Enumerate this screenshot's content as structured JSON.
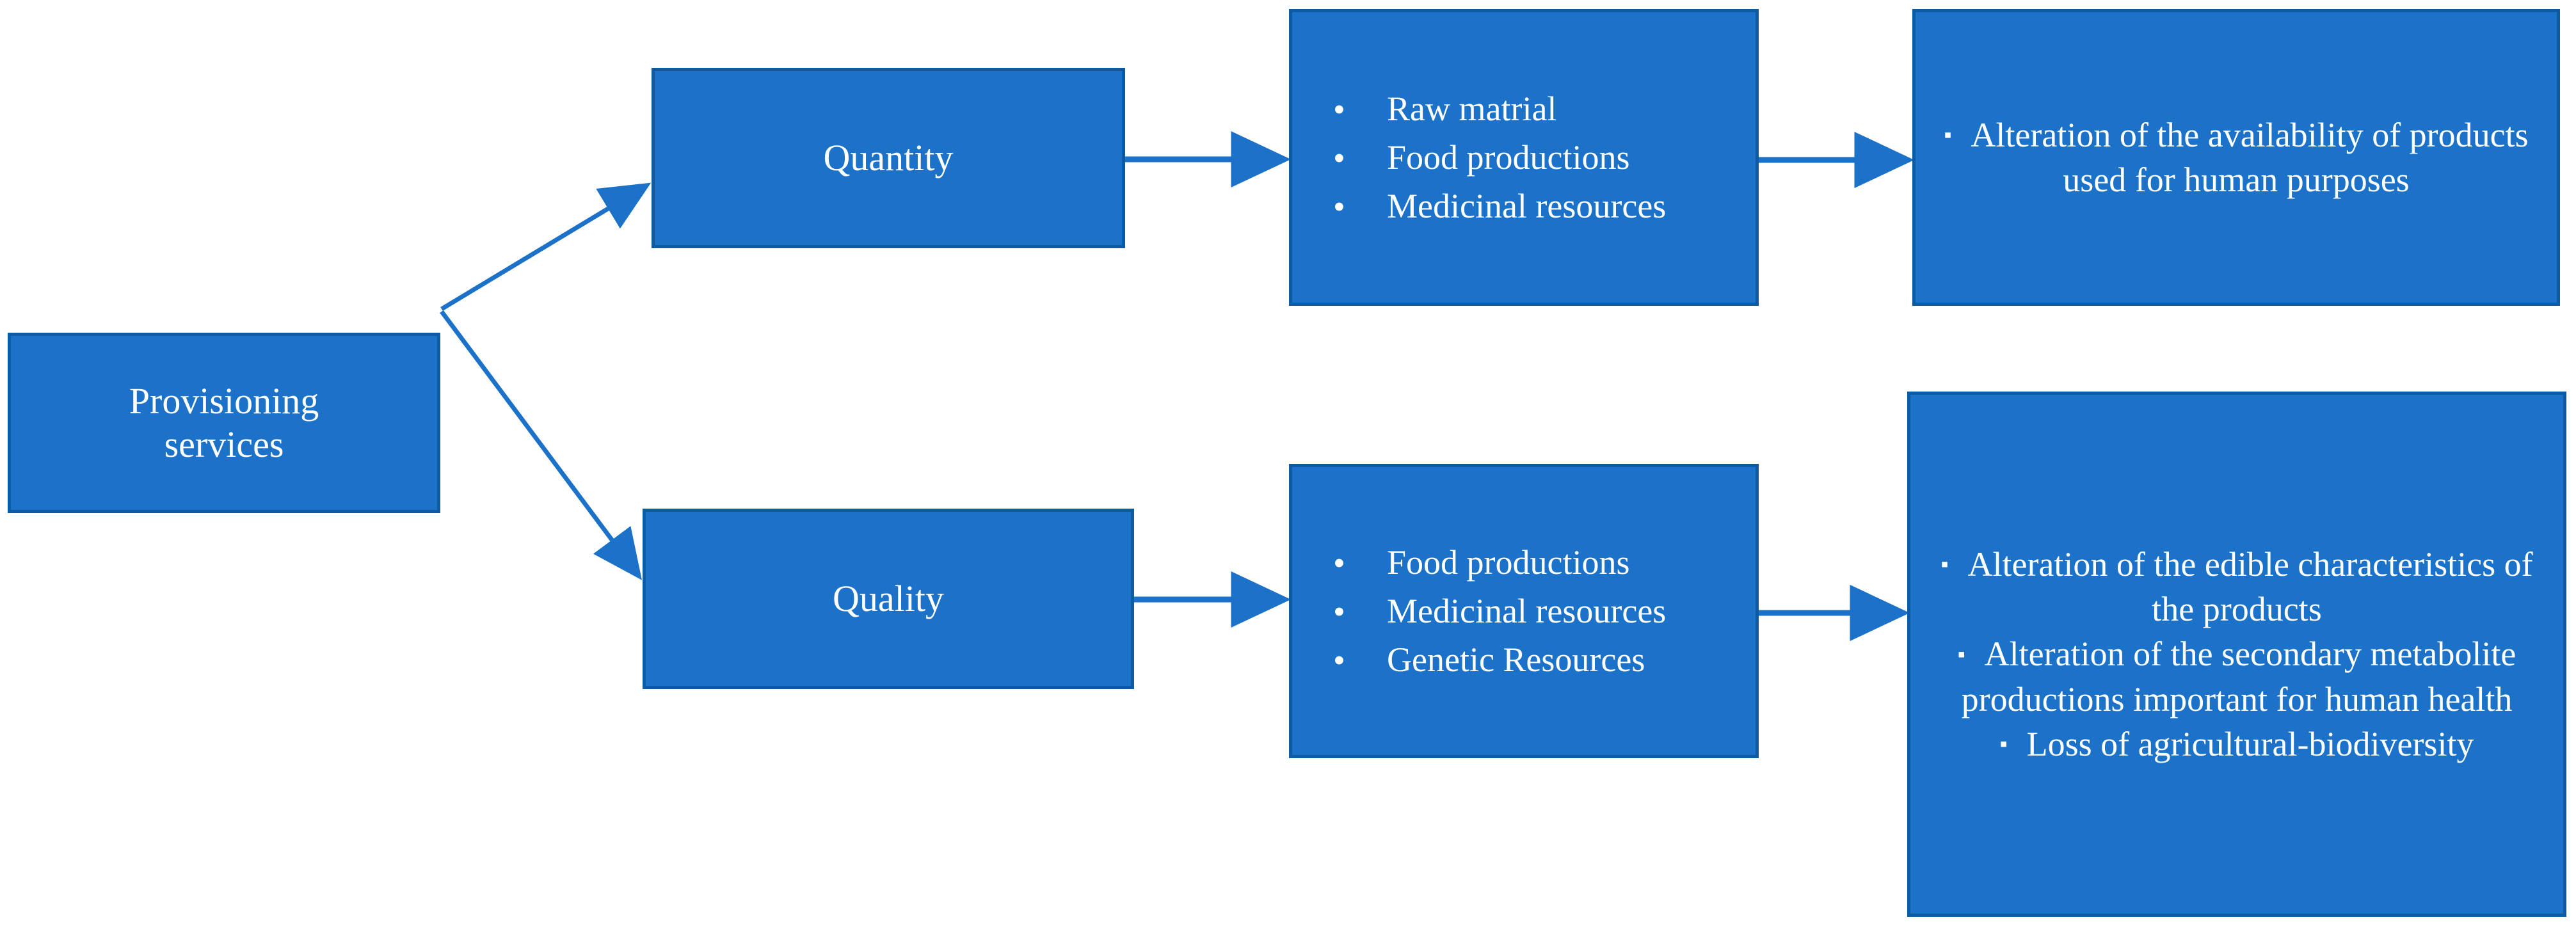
{
  "diagram": {
    "title": "Provisioning services impact flow",
    "colors": {
      "box_fill": "#1b72c8",
      "box_border": "#0d5ba3",
      "connector": "#1b72c8",
      "text": "#ffffff",
      "background": "#ffffff"
    },
    "root": {
      "label": "Provisioning\nservices",
      "line1": "Provisioning",
      "line2": "services"
    },
    "branches": [
      {
        "id": "quantity",
        "category_label": "Quantity",
        "items": [
          "Raw matrial",
          "Food productions",
          "Medicinal resources"
        ],
        "item_marker": "bullet-disc-icon",
        "impacts": [
          "Alteration of the availability of products used for human purposes"
        ],
        "impact_marker": "bullet-square-icon"
      },
      {
        "id": "quality",
        "category_label": "Quality",
        "items": [
          "Food productions",
          "Medicinal resources",
          "Genetic Resources"
        ],
        "item_marker": "bullet-disc-icon",
        "impacts": [
          "Alteration of the edible characteristics of the products",
          "Alteration of the secondary metabolite productions important for human health",
          "Loss of agricultural-biodiversity"
        ],
        "impact_marker": "bullet-square-icon"
      }
    ],
    "markers": {
      "disc": "•",
      "square": "▪"
    },
    "connectors": [
      {
        "name": "root-to-quantity",
        "type": "diagonal-arrow"
      },
      {
        "name": "root-to-quality",
        "type": "diagonal-arrow"
      },
      {
        "name": "quantity-to-items",
        "type": "horizontal-arrow"
      },
      {
        "name": "quantity-items-to-impact",
        "type": "horizontal-arrow"
      },
      {
        "name": "quality-to-items",
        "type": "horizontal-arrow"
      },
      {
        "name": "quality-items-to-impact",
        "type": "horizontal-arrow"
      }
    ]
  }
}
